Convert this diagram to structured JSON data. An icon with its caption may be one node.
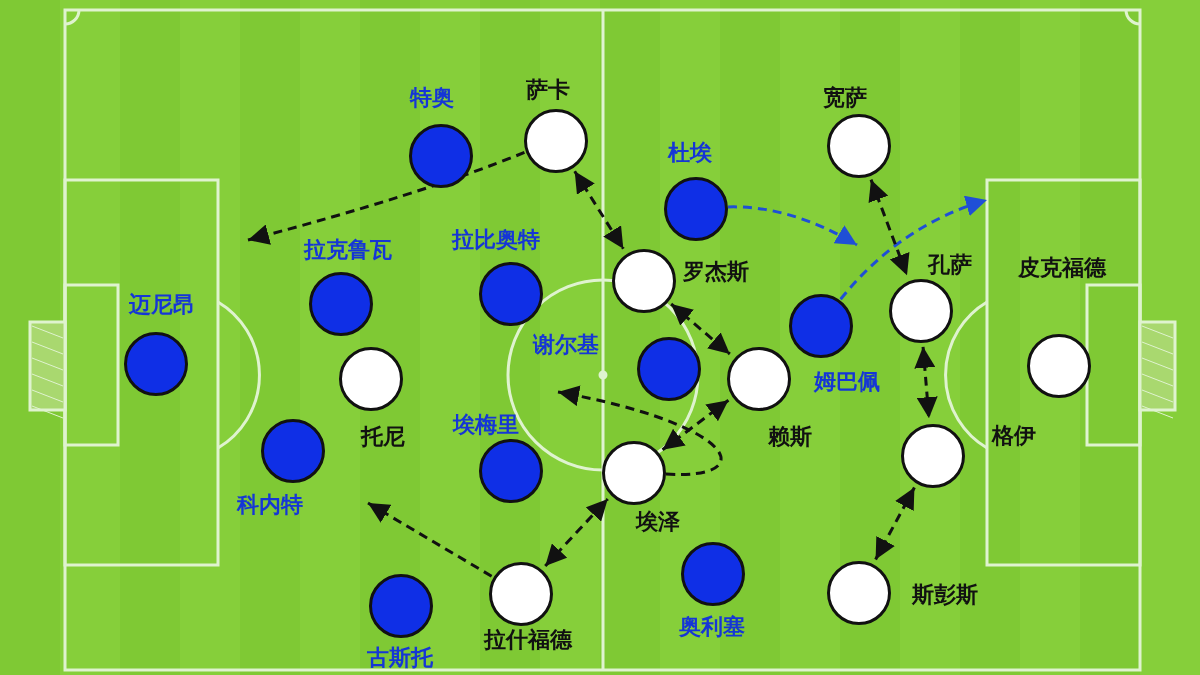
{
  "diagram": {
    "nodes": [
      {
        "text": [
          "迈尼昂"
        ]
      },
      {
        "text": [
          "拉克鲁瓦"
        ]
      },
      {
        "text": [
          "科内特"
        ]
      },
      {
        "text": [
          "特奥"
        ]
      },
      {
        "text": [
          "拉比奥特"
        ]
      },
      {
        "text": [
          "埃梅里"
        ]
      },
      {
        "text": [
          "古斯托"
        ]
      },
      {
        "text": [
          "谢尔基"
        ]
      },
      {
        "text": [
          "杜埃"
        ]
      },
      {
        "text": [
          "姆巴佩"
        ]
      },
      {
        "text": [
          "奥利塞"
        ]
      },
      {
        "text": [
          "萨卡"
        ]
      },
      {
        "text": [
          "托尼"
        ]
      },
      {
        "text": [
          "拉什福德"
        ]
      },
      {
        "text": [
          "罗杰斯"
        ]
      },
      {
        "text": [
          "埃泽"
        ]
      },
      {
        "text": [
          "赖斯"
        ]
      },
      {
        "text": [
          "宽萨"
        ]
      },
      {
        "text": [
          "孔萨"
        ]
      },
      {
        "text": [
          "格伊"
        ]
      },
      {
        "text": [
          "斯彭斯"
        ]
      },
      {
        "text": [
          "皮克福德"
        ]
      }
    ],
    "edges": [
      {
        "from": 11,
        "to": null,
        "arrow": "to",
        "style": "dashed"
      },
      {
        "from": 11,
        "to": 14,
        "arrow": "both",
        "style": "dashed"
      },
      {
        "from": 14,
        "to": 16,
        "arrow": "both",
        "style": "dashed"
      },
      {
        "from": 16,
        "to": 15,
        "arrow": "both",
        "style": "dashed"
      },
      {
        "from": 15,
        "to": null,
        "arrow": "to",
        "style": "dashed"
      },
      {
        "from": 13,
        "to": 15,
        "arrow": "both",
        "style": "dashed"
      },
      {
        "from": 13,
        "to": null,
        "arrow": "to",
        "style": "dashed"
      },
      {
        "from": 8,
        "to": null,
        "arrow": "to",
        "style": "dashed",
        "color": "#1f4fd6"
      },
      {
        "from": 9,
        "to": null,
        "arrow": "to",
        "style": "dashed",
        "color": "#1f4fd6"
      },
      {
        "from": 17,
        "to": 18,
        "arrow": "both",
        "style": "dashed"
      },
      {
        "from": 18,
        "to": 19,
        "arrow": "both",
        "style": "dashed"
      },
      {
        "from": 19,
        "to": 20,
        "arrow": "both",
        "style": "dashed"
      }
    ]
  }
}
